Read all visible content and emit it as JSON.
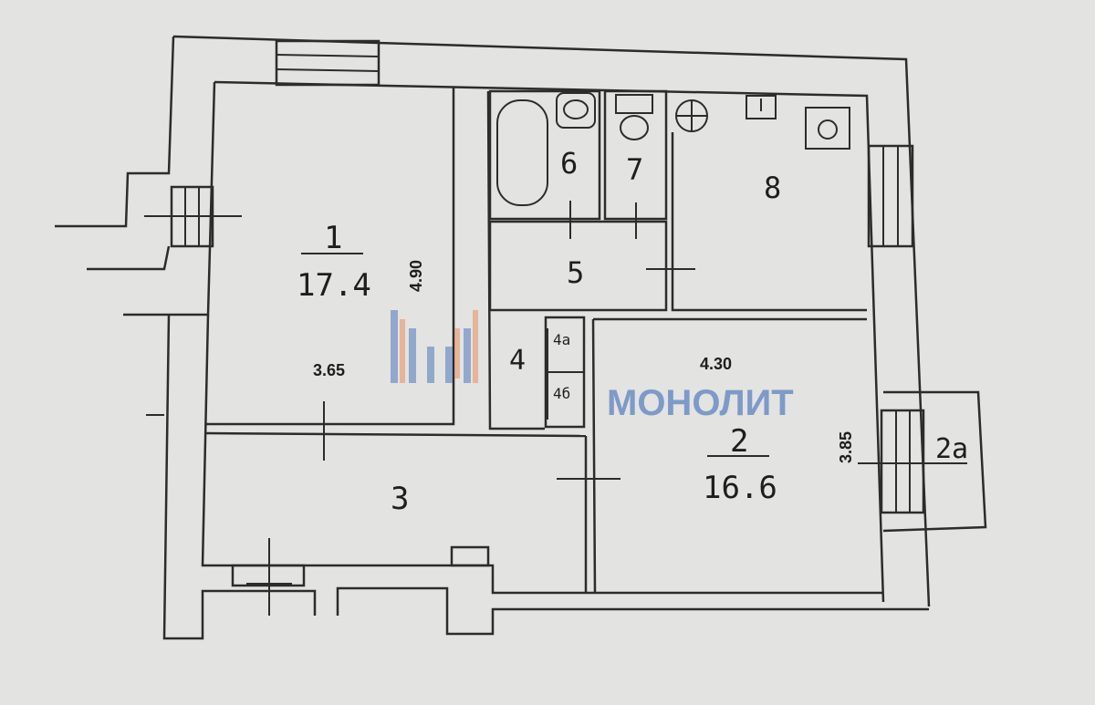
{
  "plan": {
    "rooms": {
      "r1": {
        "number": "1",
        "area": "17.4",
        "length": "4.90",
        "width": "3.65"
      },
      "r2": {
        "number": "2",
        "area": "16.6",
        "length": "4.30",
        "width": "3.85"
      },
      "r2a": {
        "number": "2а"
      },
      "r3": {
        "number": "3"
      },
      "r4": {
        "number": "4"
      },
      "r4a": {
        "number": "4а"
      },
      "r4b": {
        "number": "4б"
      },
      "r5": {
        "number": "5"
      },
      "r6": {
        "number": "6"
      },
      "r7": {
        "number": "7"
      },
      "r8": {
        "number": "8"
      }
    },
    "watermark": "МОНОЛИТ",
    "colors": {
      "paper": "#e3e3e1",
      "lines": "#2c2c2c",
      "watermark_blue": "#5b82c0",
      "watermark_orange": "#e8956a"
    }
  }
}
